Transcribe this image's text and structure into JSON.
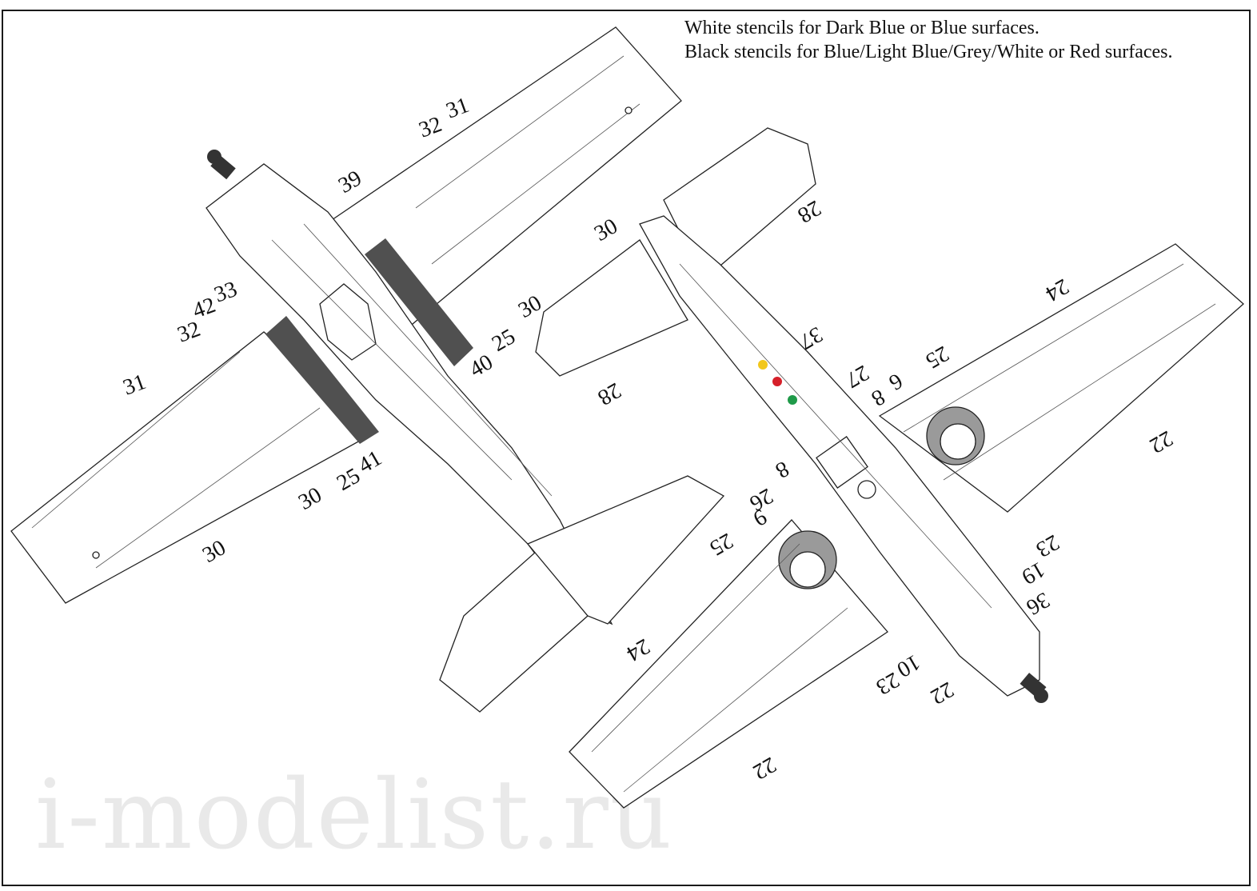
{
  "notes": {
    "line1": "White stencils for Dark Blue or Blue surfaces.",
    "line2": "Black stencils for Blue/Light Blue/Grey/White or Red surfaces."
  },
  "watermark": "i-modelist.ru",
  "labels": {
    "top_view": {
      "l31a": "31",
      "l32a": "32",
      "l30a": "30",
      "l30b": "30",
      "l39": "39",
      "l40": "40",
      "l25a": "25",
      "l42": "42",
      "l33": "33",
      "l32b": "32",
      "l31b": "31",
      "l30c": "30",
      "l25b": "25",
      "l41": "41",
      "l30d": "30"
    },
    "bottom_view": {
      "l28a": "28",
      "l28b": "28",
      "l37": "37",
      "l27": "27",
      "l8a": "8",
      "l6": "6",
      "l25c": "25",
      "l24a": "24",
      "l22a": "22",
      "l8b": "8",
      "l26": "26",
      "l9": "9",
      "l25d": "25",
      "l23a": "23",
      "l19": "19",
      "l36": "36",
      "l24b": "24",
      "l23b": "23",
      "l10": "10",
      "l22b": "22",
      "l22c": "22"
    }
  },
  "colors": {
    "outline": "#222222",
    "walkway": "#505050",
    "wheel_grey": "#9a9a9a",
    "marker_yellow": "#f2c71b",
    "marker_red": "#d6202a",
    "marker_green": "#1f9a49",
    "stencil_red": "#d94b4b"
  }
}
